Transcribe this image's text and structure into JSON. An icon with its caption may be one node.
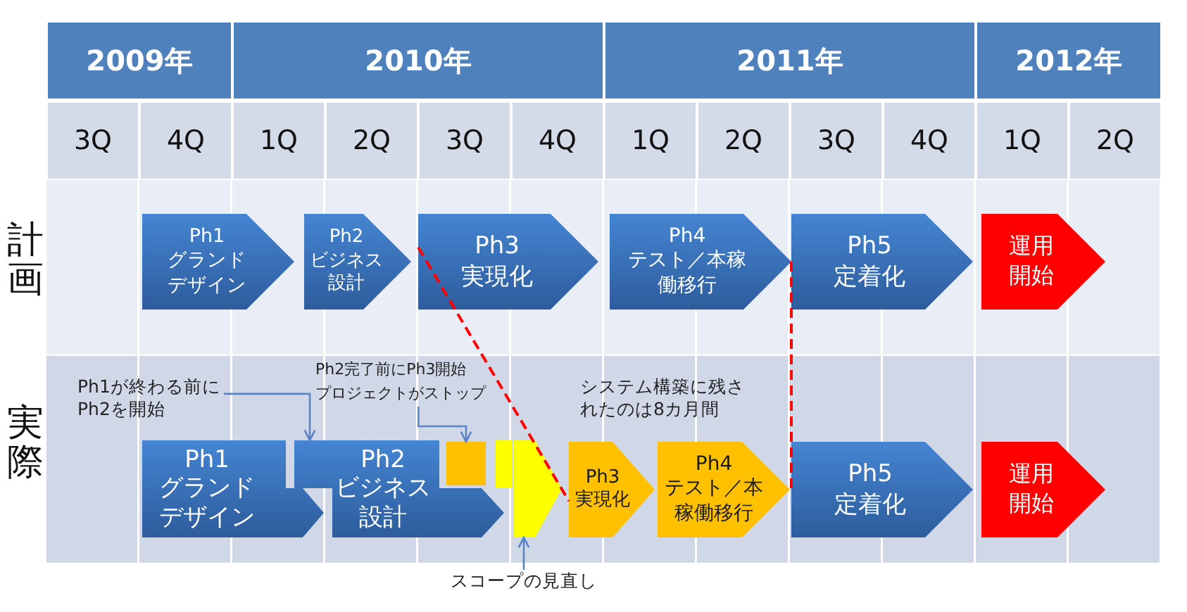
{
  "diagram": {
    "nodes": [
      {
        "text": [
          "Ph1",
          "グランドデザイン"
        ]
      },
      {
        "text": [
          "Ph2",
          "ビジネス設計"
        ]
      },
      {
        "text": [
          "Ph3",
          "実現化"
        ]
      },
      {
        "text": [
          "Ph4",
          "テスト／本稼働移行"
        ]
      },
      {
        "text": [
          "Ph5",
          "定着化"
        ]
      },
      {
        "text": [
          "運用開始"
        ]
      },
      {
        "text": [
          "Ph1が終わる前にPh2を開始"
        ]
      },
      {
        "text": [
          "プロジェクトがストップ"
        ]
      },
      {
        "text": [
          "Ph1",
          "グランドデザイン"
        ]
      },
      {
        "text": [
          "Ph2",
          "ビジネス設計"
        ]
      },
      {
        "text": [],
        "shape": "box"
      },
      {
        "text": [],
        "shape": "chevron"
      },
      {
        "text": [
          "Ph3",
          "実現化"
        ]
      },
      {
        "text": [
          "Ph4",
          "テスト／本稼働移行"
        ]
      },
      {
        "text": [
          "Ph5",
          "定着化"
        ]
      },
      {
        "text": [
          "運用開始"
        ]
      },
      {
        "text": [
          "スコープの見直し"
        ]
      }
    ],
    "edges": [
      {
        "from": 6,
        "to": 9,
        "arrow": "to"
      },
      {
        "from": 7,
        "to": 10,
        "arrow": "to"
      },
      {
        "from": 16,
        "to": 11,
        "arrow": "to"
      },
      {
        "from": 2,
        "to": 12,
        "arrow": "none",
        "style": "dashed",
        "color": "#ff0000"
      },
      {
        "from": 4,
        "to": 14,
        "arrow": "none",
        "style": "dashed",
        "color": "#ff0000"
      }
    ],
    "labels": [
      "2009年",
      "2010年",
      "2011年",
      "2012年",
      "3Q",
      "4Q",
      "1Q",
      "2Q",
      "3Q",
      "4Q",
      "1Q",
      "2Q",
      "3Q",
      "4Q",
      "1Q",
      "2Q",
      "計画",
      "実際",
      "Ph2完了前にPh3開始",
      "システム構築に残されたのは8カ月間"
    ]
  }
}
